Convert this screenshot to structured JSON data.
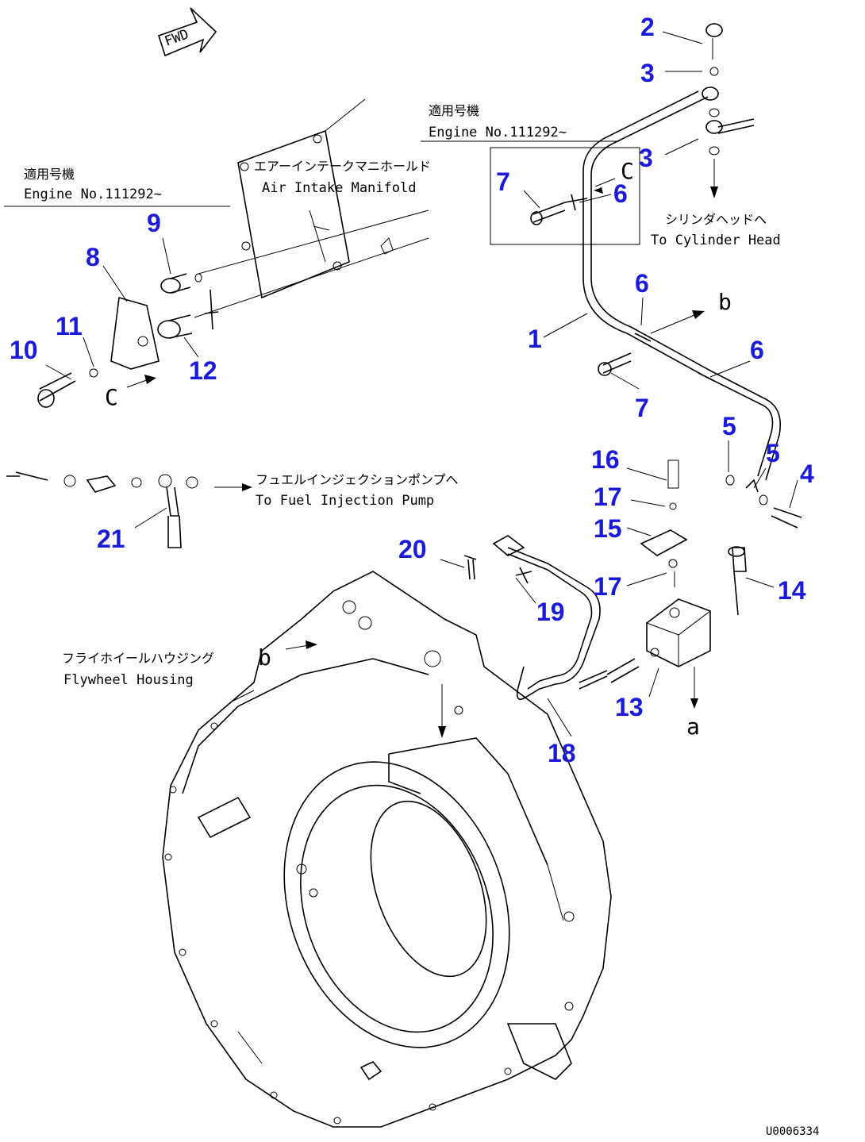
{
  "fwd_label": "FWD",
  "serial_note_left": {
    "jp": "適用号機",
    "en": "Engine No.111292~"
  },
  "serial_note_right": {
    "jp": "適用号機",
    "en": "Engine No.111292~"
  },
  "labels": {
    "air_intake": {
      "jp": "エアーインテークマニホールド",
      "en": "Air Intake Manifold"
    },
    "cylinder_head": {
      "jp": "シリンダヘッドへ",
      "en": "To Cylinder Head"
    },
    "fuel_pump": {
      "jp": "フュエルインジェクションポンプへ",
      "en": "To Fuel Injection Pump"
    },
    "flywheel": {
      "jp": "フライホイールハウジング",
      "en": "Flywheel Housing"
    }
  },
  "ref_letters": {
    "a": "a",
    "b1": "b",
    "b2": "b",
    "c1": "C",
    "c2": "C"
  },
  "callouts": [
    "1",
    "2",
    "3",
    "3",
    "4",
    "5",
    "5",
    "6",
    "6",
    "6",
    "7",
    "7",
    "8",
    "9",
    "10",
    "11",
    "12",
    "13",
    "14",
    "15",
    "16",
    "17",
    "17",
    "18",
    "19",
    "20",
    "21"
  ],
  "drawing_code": "U0006334"
}
